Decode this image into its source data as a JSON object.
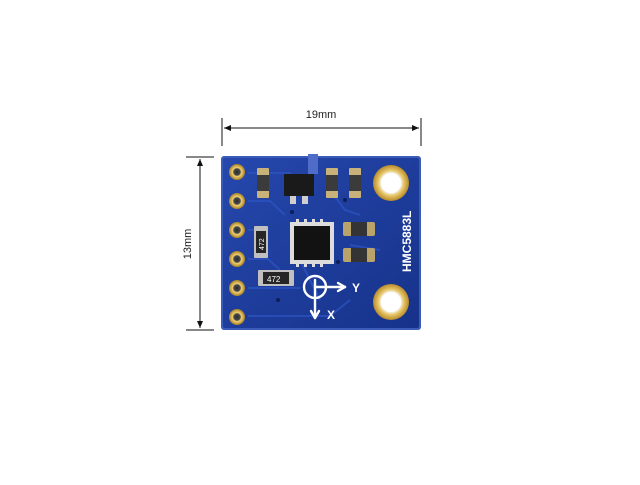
{
  "dimensions": {
    "width_label": "19mm",
    "height_label": "13mm"
  },
  "board": {
    "chip_text": "HMC5883L",
    "axis_x_label": "X",
    "axis_y_label": "Y",
    "resistor_1": "472",
    "resistor_2": "472"
  },
  "colors": {
    "pcb": "#1c3f9a",
    "pcb_edge": "#4e6fc4",
    "gold": "#d9b24a",
    "silkscreen": "#ffffff",
    "dimension_line": "#111111"
  }
}
